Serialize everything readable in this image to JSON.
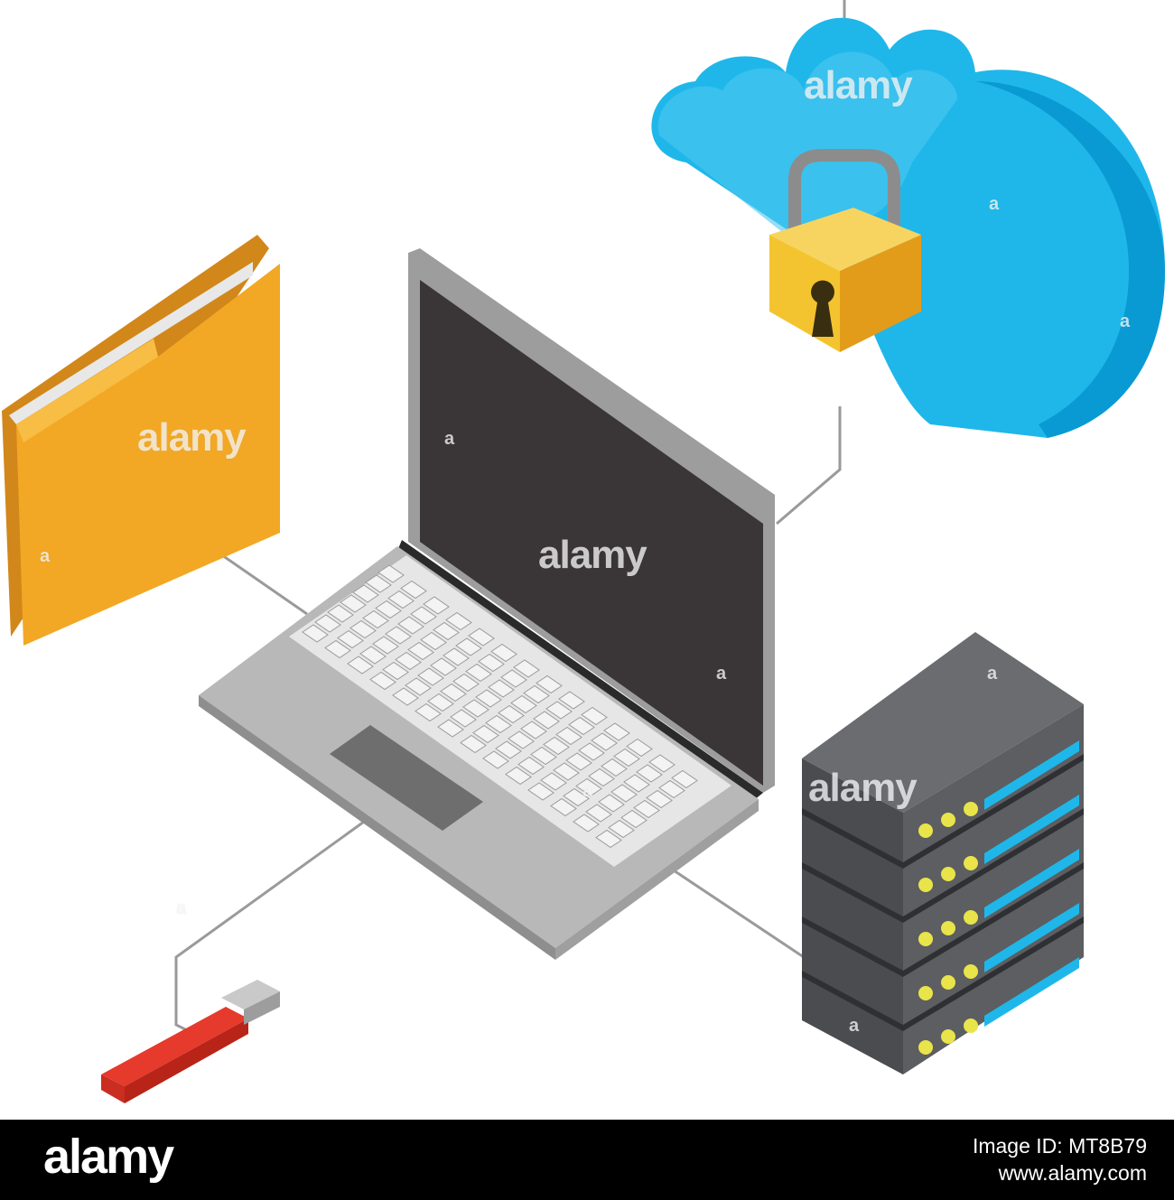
{
  "watermark": {
    "text": "alamy",
    "mark": "a"
  },
  "footer": {
    "logo": "alamy",
    "image_id": "Image ID: MT8B79",
    "site": "www.alamy.com"
  },
  "icons": [
    "cloud-icon",
    "padlock-icon",
    "folder-icon",
    "laptop-icon",
    "server-rack-icon",
    "usb-drive-icon"
  ],
  "colors": {
    "cloud": "#1fb7ea",
    "lock": "#f4c430",
    "folder": "#f2a825",
    "laptop": "#b8b8b8",
    "screen": "#3a3536",
    "server": "#5c5e61",
    "server_led": "#e8e44a",
    "server_strip": "#1fb7ea",
    "usb": "#e53a2c"
  }
}
